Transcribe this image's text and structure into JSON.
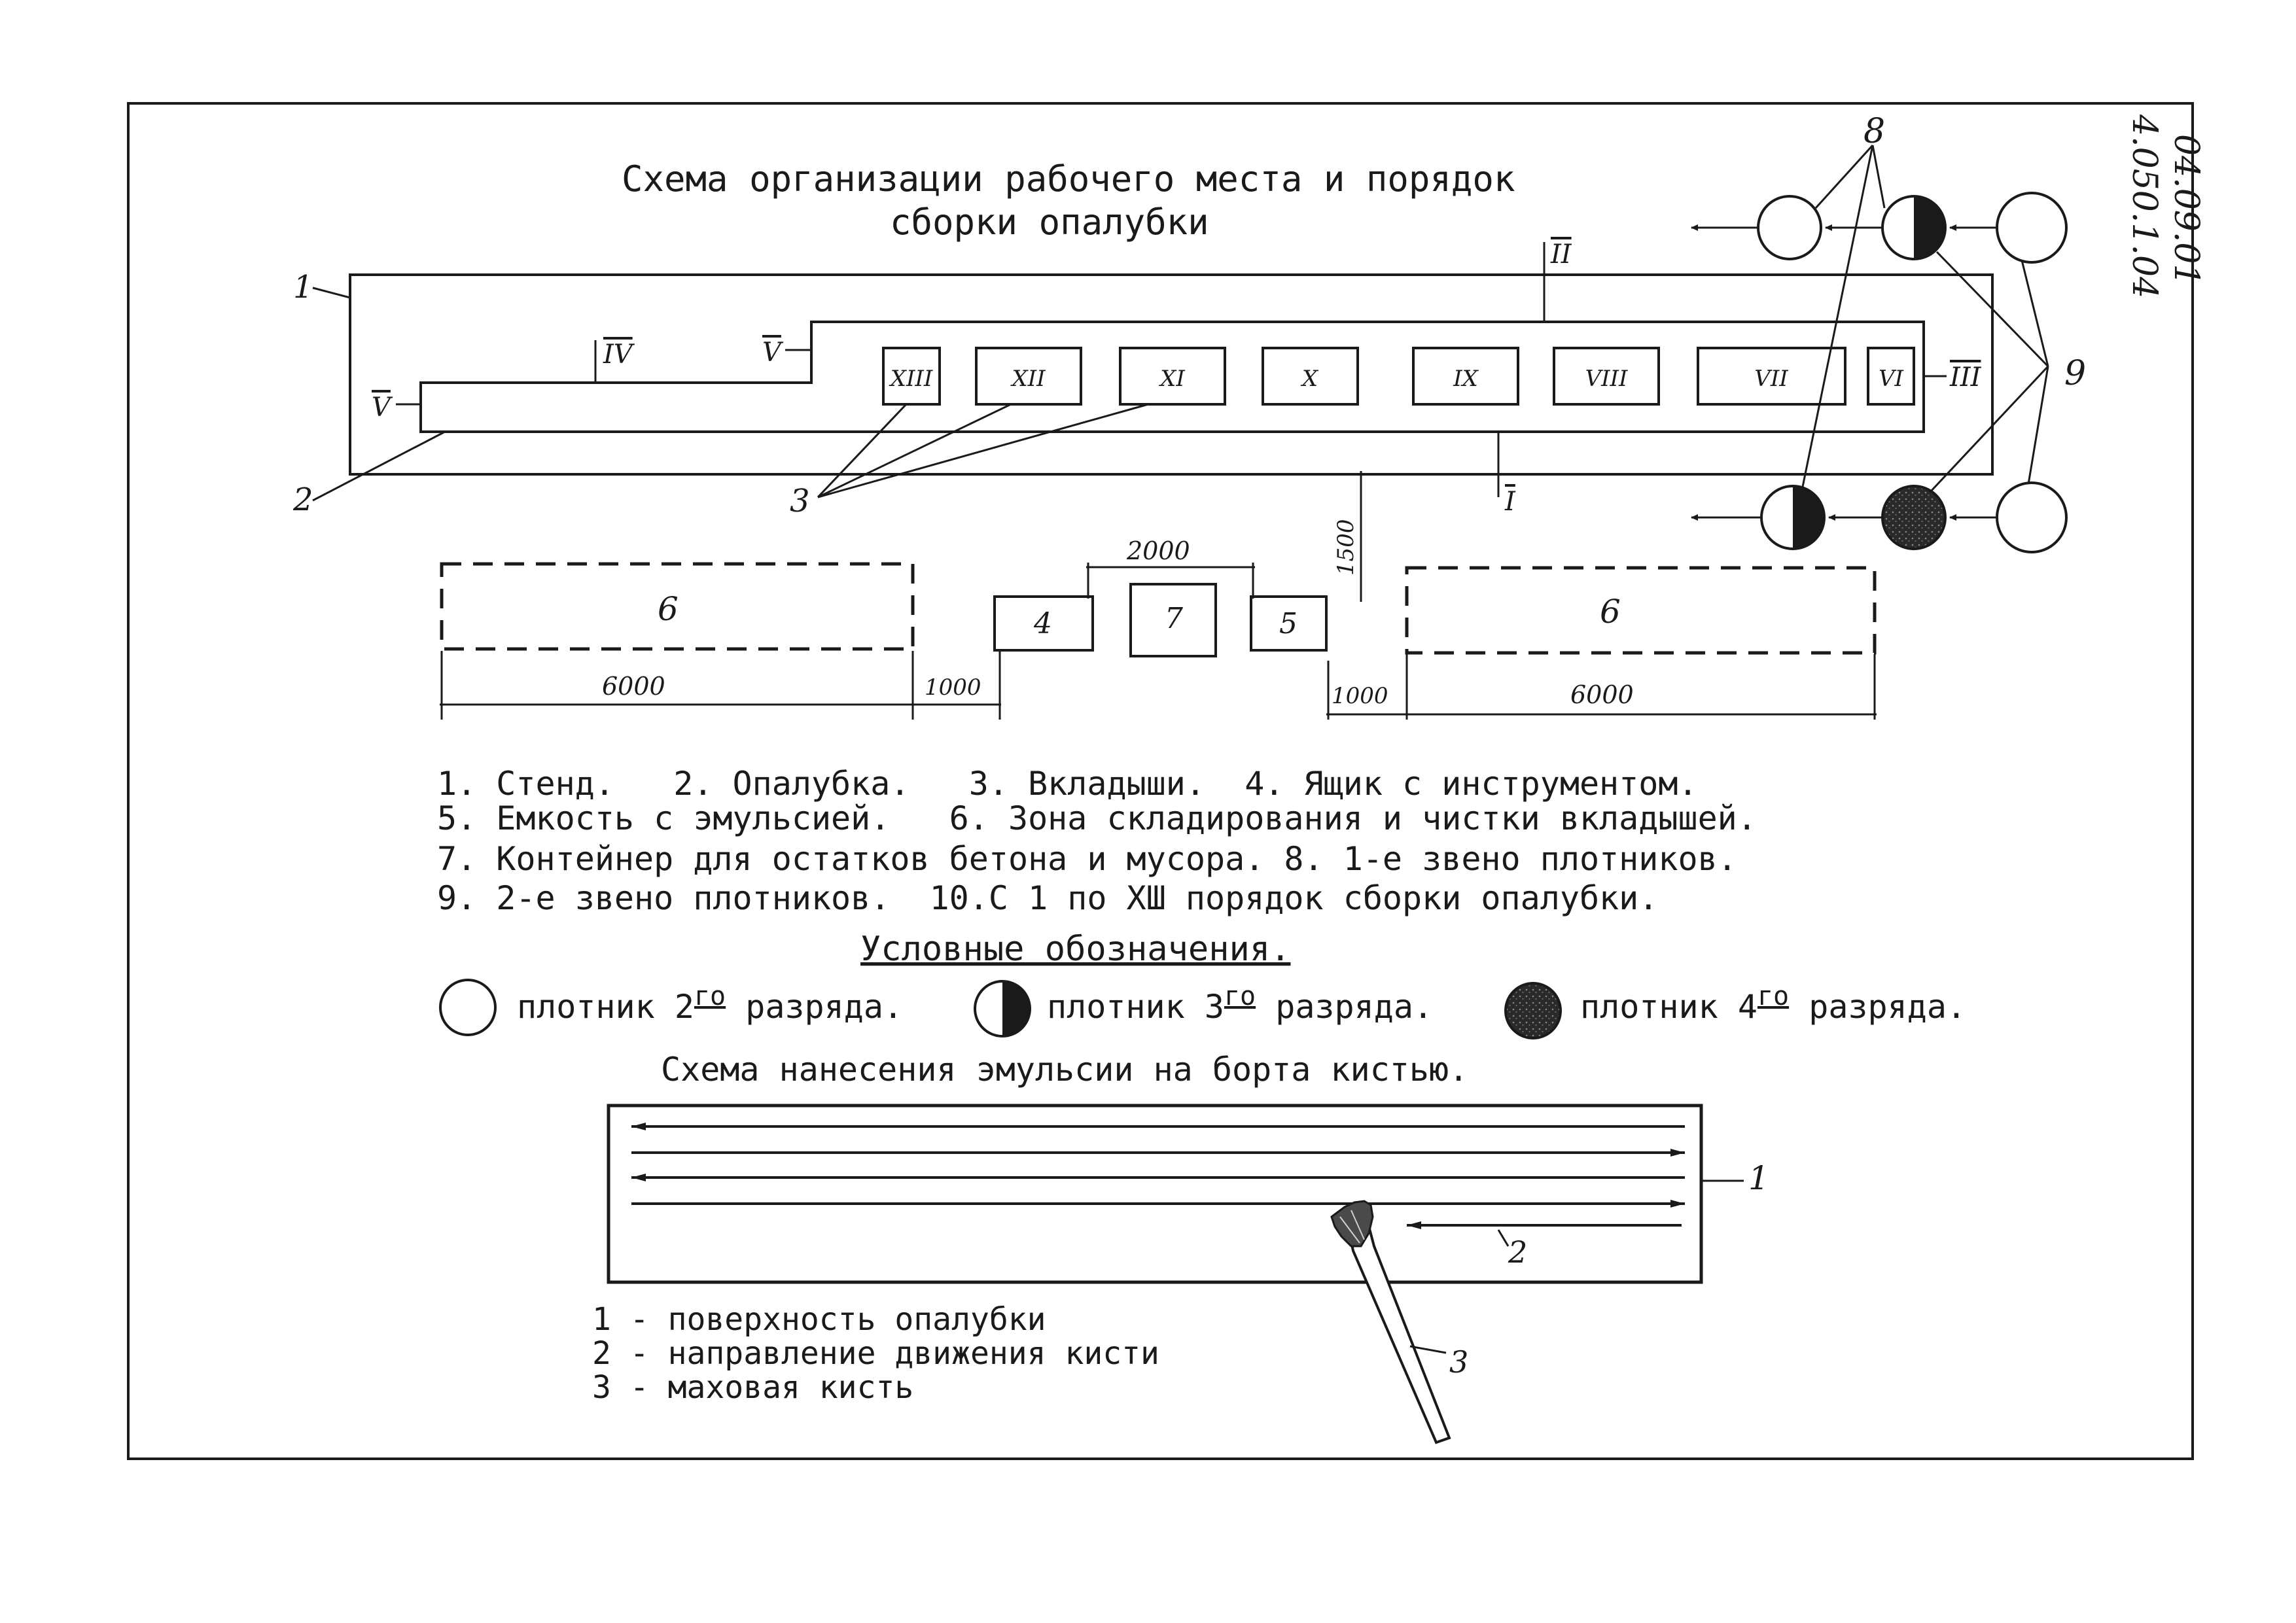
{
  "stamp": "4.050.1.04\n04.09.01",
  "title": {
    "line1": "Схема организации рабочего места и порядок",
    "line2": "сборки опалубки"
  },
  "diagram": {
    "callouts": {
      "c1": "1",
      "c2": "2",
      "c3": "3",
      "c8": "8",
      "c9": "9"
    },
    "section_marks": {
      "I": "I",
      "II": "II",
      "III": "III",
      "IV": "IV",
      "V_a": "V",
      "V_b": "V"
    },
    "inserts": [
      "XIII",
      "XII",
      "XI",
      "X",
      "IX",
      "VIII",
      "VII",
      "VI"
    ],
    "zones": {
      "storage_left": "6",
      "storage_right": "6",
      "box4": "4",
      "box7": "7",
      "box5": "5"
    },
    "dimensions": {
      "d6000_left": "6000",
      "d1000_left": "1000",
      "d2000": "2000",
      "d1500": "1500",
      "d1000_right": "1000",
      "d6000_right": "6000"
    }
  },
  "legend_lines": [
    "1. Стенд.   2. Опалубка.   3. Вкладыши.  4. Ящик с инструментом.",
    "5. Емкость с эмульсией.   6. Зона складирования и чистки вкладышей.",
    "7. Контейнер для остатков бетона и мусора. 8. 1-е звено плотников.",
    "9. 2-е звено плотников.  10.С 1 по ХШ порядок сборки опалубки."
  ],
  "symbols": {
    "heading": "Условные обозначения.",
    "items": [
      {
        "prefix": "плотник 2",
        "sup": "го",
        "suffix": " разряда.",
        "icon": "circle-empty-icon"
      },
      {
        "prefix": "плотник 3",
        "sup": "го",
        "suffix": " разряда.",
        "icon": "circle-half-icon"
      },
      {
        "prefix": "плотник 4",
        "sup": "го",
        "suffix": " разряда.",
        "icon": "circle-filled-icon"
      }
    ]
  },
  "emulsion": {
    "title": "Схема нанесения эмульсии на борта кистью.",
    "callouts": {
      "c1": "1",
      "c2": "2",
      "c3": "3"
    },
    "notes": [
      "1 - поверхность опалубки",
      "2 - направление движения кисти",
      "3 - маховая кисть"
    ]
  },
  "colors": {
    "ink": "#1a1a1a",
    "paper": "#ffffff"
  }
}
